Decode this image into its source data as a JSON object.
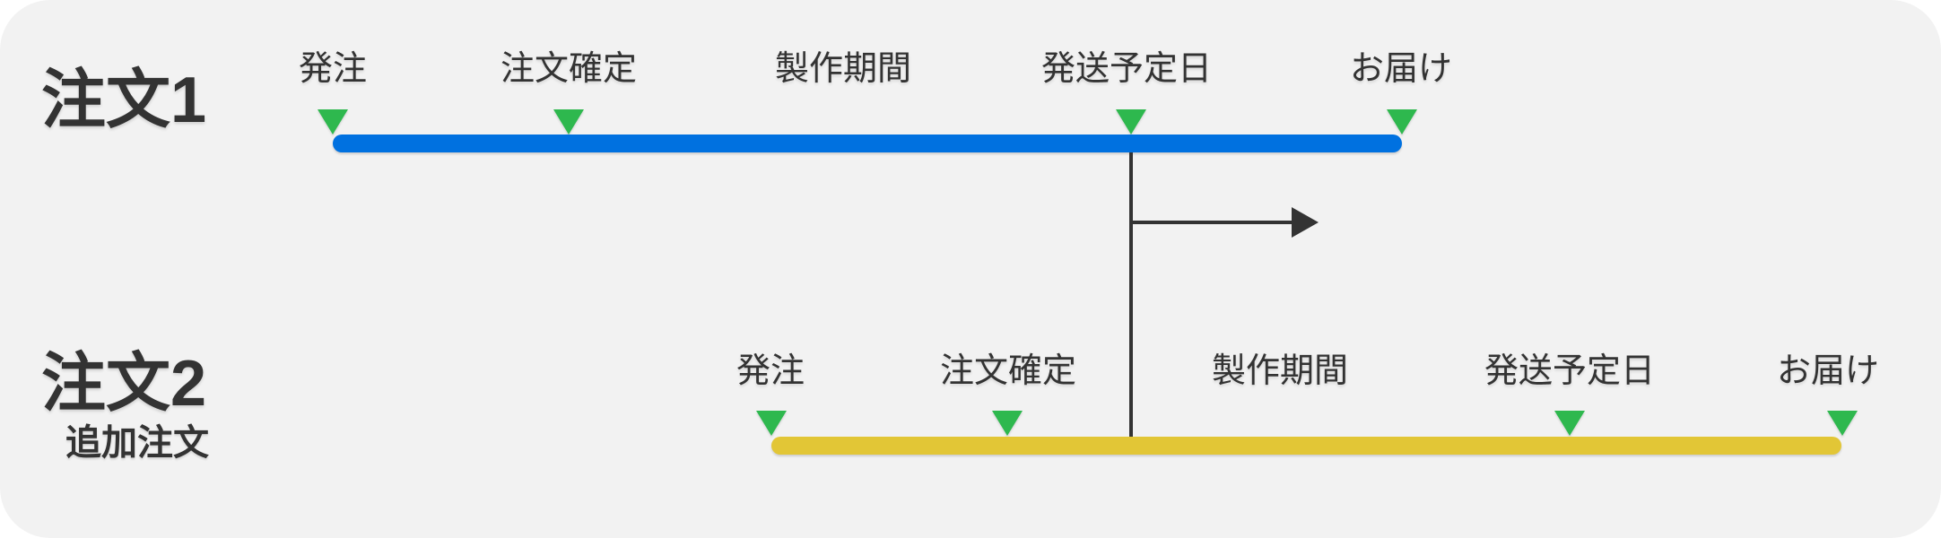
{
  "diagram": {
    "description_colors": {
      "card_background": "#f2f2f2",
      "outer_background": "#ffffff",
      "marker_green": "#2eb84e",
      "order1_bar_blue": "#0071e0",
      "order2_bar_yellow": "#e2c636",
      "text_dark": "#333333",
      "connector_dark": "#333333"
    },
    "timelines": [
      {
        "name": "注文1",
        "sublabel": "",
        "bar_color": "#0071e0",
        "milestones": [
          {
            "label": "発注",
            "has_marker": true
          },
          {
            "label": "注文確定",
            "has_marker": true
          },
          {
            "label": "製作期間",
            "has_marker": false
          },
          {
            "label": "発送予定日",
            "has_marker": true
          },
          {
            "label": "お届け",
            "has_marker": true
          }
        ]
      },
      {
        "name": "注文2",
        "sublabel": "追加注文",
        "bar_color": "#e2c636",
        "milestones": [
          {
            "label": "発注",
            "has_marker": true
          },
          {
            "label": "注文確定",
            "has_marker": true
          },
          {
            "label": "製作期間",
            "has_marker": false
          },
          {
            "label": "発送予定日",
            "has_marker": true
          },
          {
            "label": "お届け",
            "has_marker": true
          }
        ]
      }
    ]
  }
}
